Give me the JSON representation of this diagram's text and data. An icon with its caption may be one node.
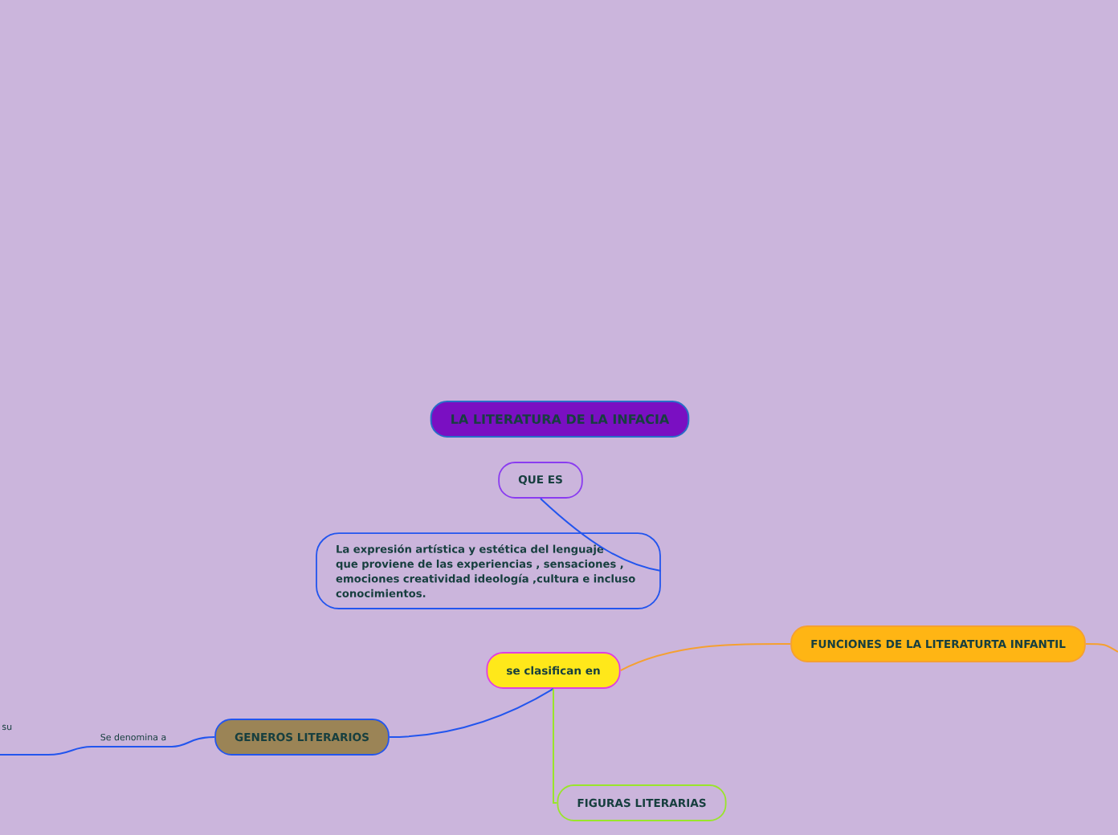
{
  "diagram": {
    "title": "LA LITERATURA DE LA INFACIA",
    "nodes": [
      {
        "text": [
          "QUE ES"
        ]
      },
      {
        "text": [
          "La expresión artística y estética del lenguaje que proviene de las experiencias , sensaciones , emociones creatividad ideología ,cultura e incluso conocimientos."
        ]
      },
      {
        "text": [
          "se clasifican en"
        ]
      },
      {
        "text": [
          "FUNCIONES DE LA LITERATURTA INFANTIL"
        ]
      },
      {
        "text": [
          "GENEROS LITERARIOS"
        ]
      },
      {
        "text": [
          "FIGURAS LITERARIAS"
        ]
      }
    ],
    "edges": [
      {
        "from": 0,
        "to": 1,
        "arrow": "none"
      },
      {
        "from": 2,
        "to": 4,
        "arrow": "none"
      },
      {
        "from": 2,
        "to": 3,
        "arrow": "none",
        "color": "#f5a030"
      },
      {
        "from": 2,
        "to": 5,
        "arrow": "none",
        "color": "#99e52b"
      },
      {
        "from": 3,
        "to": null,
        "arrow": "none",
        "color": "#f5a030"
      },
      {
        "from": 4,
        "to": null,
        "arrow": "none",
        "label": "Se denomina a"
      }
    ],
    "labels": [
      "su"
    ]
  }
}
